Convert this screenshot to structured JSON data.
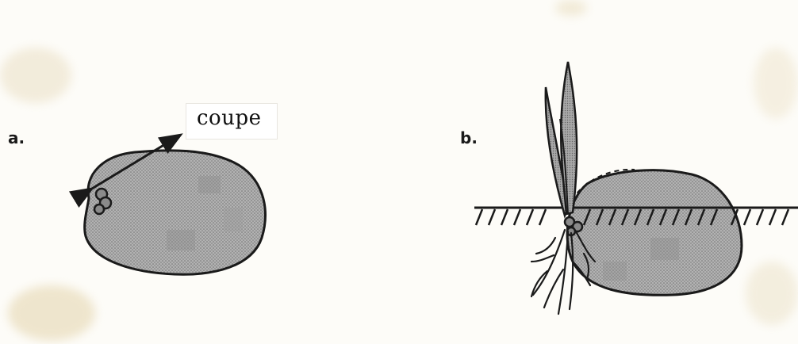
{
  "figure": {
    "panel_a_label": "a.",
    "panel_b_label": "b.",
    "cut_label": "coupe"
  },
  "colors": {
    "ink": "#1a1a1a",
    "tuber_fill": "#a9a9a9",
    "tuber_pattern": "#8c8c8c",
    "leaf_fill": "#9e9e9e",
    "stain": "#e6d9b8"
  }
}
